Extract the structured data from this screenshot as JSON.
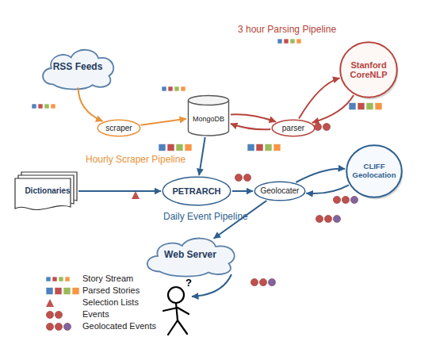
{
  "diagram": {
    "nodes": [
      {
        "text": [
          "RSS Feeds"
        ]
      },
      {
        "text": [
          "Stanford CoreNLP"
        ]
      },
      {
        "text": [
          "scraper"
        ]
      },
      {
        "text": [
          "MongoDB"
        ]
      },
      {
        "text": [
          "parser"
        ]
      },
      {
        "text": [
          "CLIFF Geolocation"
        ]
      },
      {
        "text": [
          "Dictionaries"
        ]
      },
      {
        "text": [
          "PETRARCH"
        ]
      },
      {
        "text": [
          "Geolocater"
        ]
      },
      {
        "text": [
          "Web Server"
        ]
      }
    ],
    "edges": [
      {
        "from": 0,
        "to": 2,
        "arrow": "to"
      },
      {
        "from": 2,
        "to": 3,
        "arrow": "to"
      },
      {
        "from": 3,
        "to": 4,
        "arrow": "to"
      },
      {
        "from": 4,
        "to": 3,
        "arrow": "to"
      },
      {
        "from": 4,
        "to": 1,
        "arrow": "to"
      },
      {
        "from": 1,
        "to": 4,
        "arrow": "to"
      },
      {
        "from": 3,
        "to": 7,
        "arrow": "to"
      },
      {
        "from": 6,
        "to": 7,
        "arrow": "to"
      },
      {
        "from": 7,
        "to": 8,
        "arrow": "to"
      },
      {
        "from": 8,
        "to": 5,
        "arrow": "to"
      },
      {
        "from": 5,
        "to": 8,
        "arrow": "to"
      },
      {
        "from": 8,
        "to": 9,
        "arrow": "to"
      }
    ],
    "labels": [
      "3 hour Parsing Pipeline",
      "Hourly Scraper Pipeline",
      "Daily Event Pipeline",
      "?"
    ],
    "legend": [
      {
        "text": "Story Stream"
      },
      {
        "text": "Parsed Stories"
      },
      {
        "text": "Selection Lists"
      },
      {
        "text": "Events"
      },
      {
        "text": "Geolocated Events"
      }
    ]
  }
}
